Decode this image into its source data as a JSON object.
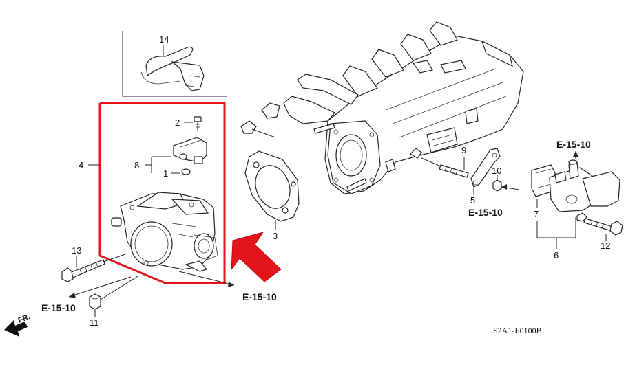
{
  "diagram": {
    "diagram_code": "S2A1-E0100B",
    "front_label": "FR.",
    "reference_label": "E-15-10",
    "part_numbers": {
      "p1": "1",
      "p2": "2",
      "p3": "3",
      "p4": "4",
      "p5": "5",
      "p6": "6",
      "p7": "7",
      "p8": "8",
      "p9": "9",
      "p10": "10",
      "p11": "11",
      "p12": "12",
      "p13": "13",
      "p14": "14"
    },
    "colors": {
      "highlight": "#e4141b",
      "line": "#222222"
    }
  }
}
